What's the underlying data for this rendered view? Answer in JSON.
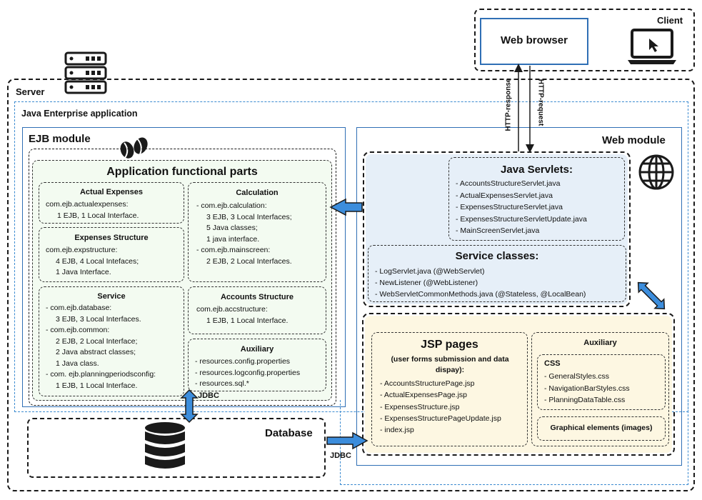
{
  "client": {
    "label": "Client",
    "browser": "Web browser",
    "http_response": "HTTP-response",
    "http_request": "HTTP-request"
  },
  "server": {
    "label": "Server"
  },
  "java_ee": {
    "label": "Java Enterprise application"
  },
  "ejb": {
    "label": "EJB module",
    "app_title": "Application functional parts",
    "actual_expenses": {
      "title": "Actual Expenses",
      "lines": [
        "com.ejb.actualexpenses:",
        "    1 EJB, 1 Local Interface."
      ]
    },
    "calculation": {
      "title": "Calculation",
      "lines": [
        "- com.ejb.calculation:",
        "    3 EJB, 3 Local Interfaces;",
        "    5 Java classes;",
        "    1 java interface.",
        "- com.ejb.mainscreen:",
        "    2 EJB, 2 Local Interfaces."
      ]
    },
    "expenses_structure": {
      "title": "Expenses Structure",
      "lines": [
        "com.ejb.expstructure:",
        "    4 EJB, 4 Local Intefaces;",
        "    1 Java Interface."
      ]
    },
    "service": {
      "title": "Service",
      "lines": [
        "- com.ejb.database:",
        "    3 EJB, 3 Local Interfaces.",
        "- com.ejb.common:",
        "    2 EJB, 2 Local Interface;",
        "    2 Java abstract classes;",
        "    1 Java class.",
        "- com. ejb.planningperiodsconfig:",
        "    1 EJB, 1 Local Interface."
      ]
    },
    "accounts_structure": {
      "title": "Accounts Structure",
      "lines": [
        "com.ejb.accstructure:",
        "    1 EJB, 1 Local Interface."
      ]
    },
    "auxiliary": {
      "title": "Auxiliary",
      "lines": [
        "- resources.config.properties",
        "- resources.logconfig.properties",
        "- resources.sql.*"
      ]
    }
  },
  "web": {
    "label": "Web module",
    "servlets": {
      "title": "Java Servlets:",
      "lines": [
        "- AccountsStructureServlet.java",
        "- ActualExpensesServlet.java",
        "- ExpensesStructureServlet.java",
        "- ExpensesStructureServletUpdate.java",
        "- MainScreenServlet.java"
      ]
    },
    "service_classes": {
      "title": "Service classes:",
      "lines": [
        "- LogServlet.java (@WebServlet)",
        "- NewListener (@WebListener)",
        "- WebServletCommonMethods.java (@Stateless, @LocalBean)"
      ]
    },
    "jsp": {
      "title": "JSP pages",
      "subtitle": "(user forms submission and data dispay):",
      "lines": [
        "- AccountsStructurePage.jsp",
        "- ActualExpensesPage.jsp",
        "- ExpensesStructure.jsp",
        "- ExpensesStructurePageUpdate.jsp",
        "- index.jsp"
      ]
    },
    "auxiliary": {
      "title": "Auxiliary",
      "css_title": "CSS",
      "css_lines": [
        "- GeneralStyles.css",
        "- NavigationBarStyles.css",
        "- PlanningDataTable.css"
      ],
      "graphics": "Graphical elements (images)"
    }
  },
  "database": {
    "label": "Database"
  },
  "jdbc": {
    "ejb": "JDBC",
    "web": "JDBC"
  },
  "colors": {
    "arrow_fill": "#3c8ddc",
    "arrow_stroke": "#1a1a1a",
    "ejb_panel": "#f3fbf1",
    "web_panel_blue": "#e6eff8",
    "web_panel_yellow": "#fdf7e2",
    "java_ee_border": "#3a8ad0"
  },
  "icons": [
    "laptop-icon",
    "server-rack-icon",
    "coffee-beans-icon",
    "globe-icon",
    "database-icon"
  ]
}
